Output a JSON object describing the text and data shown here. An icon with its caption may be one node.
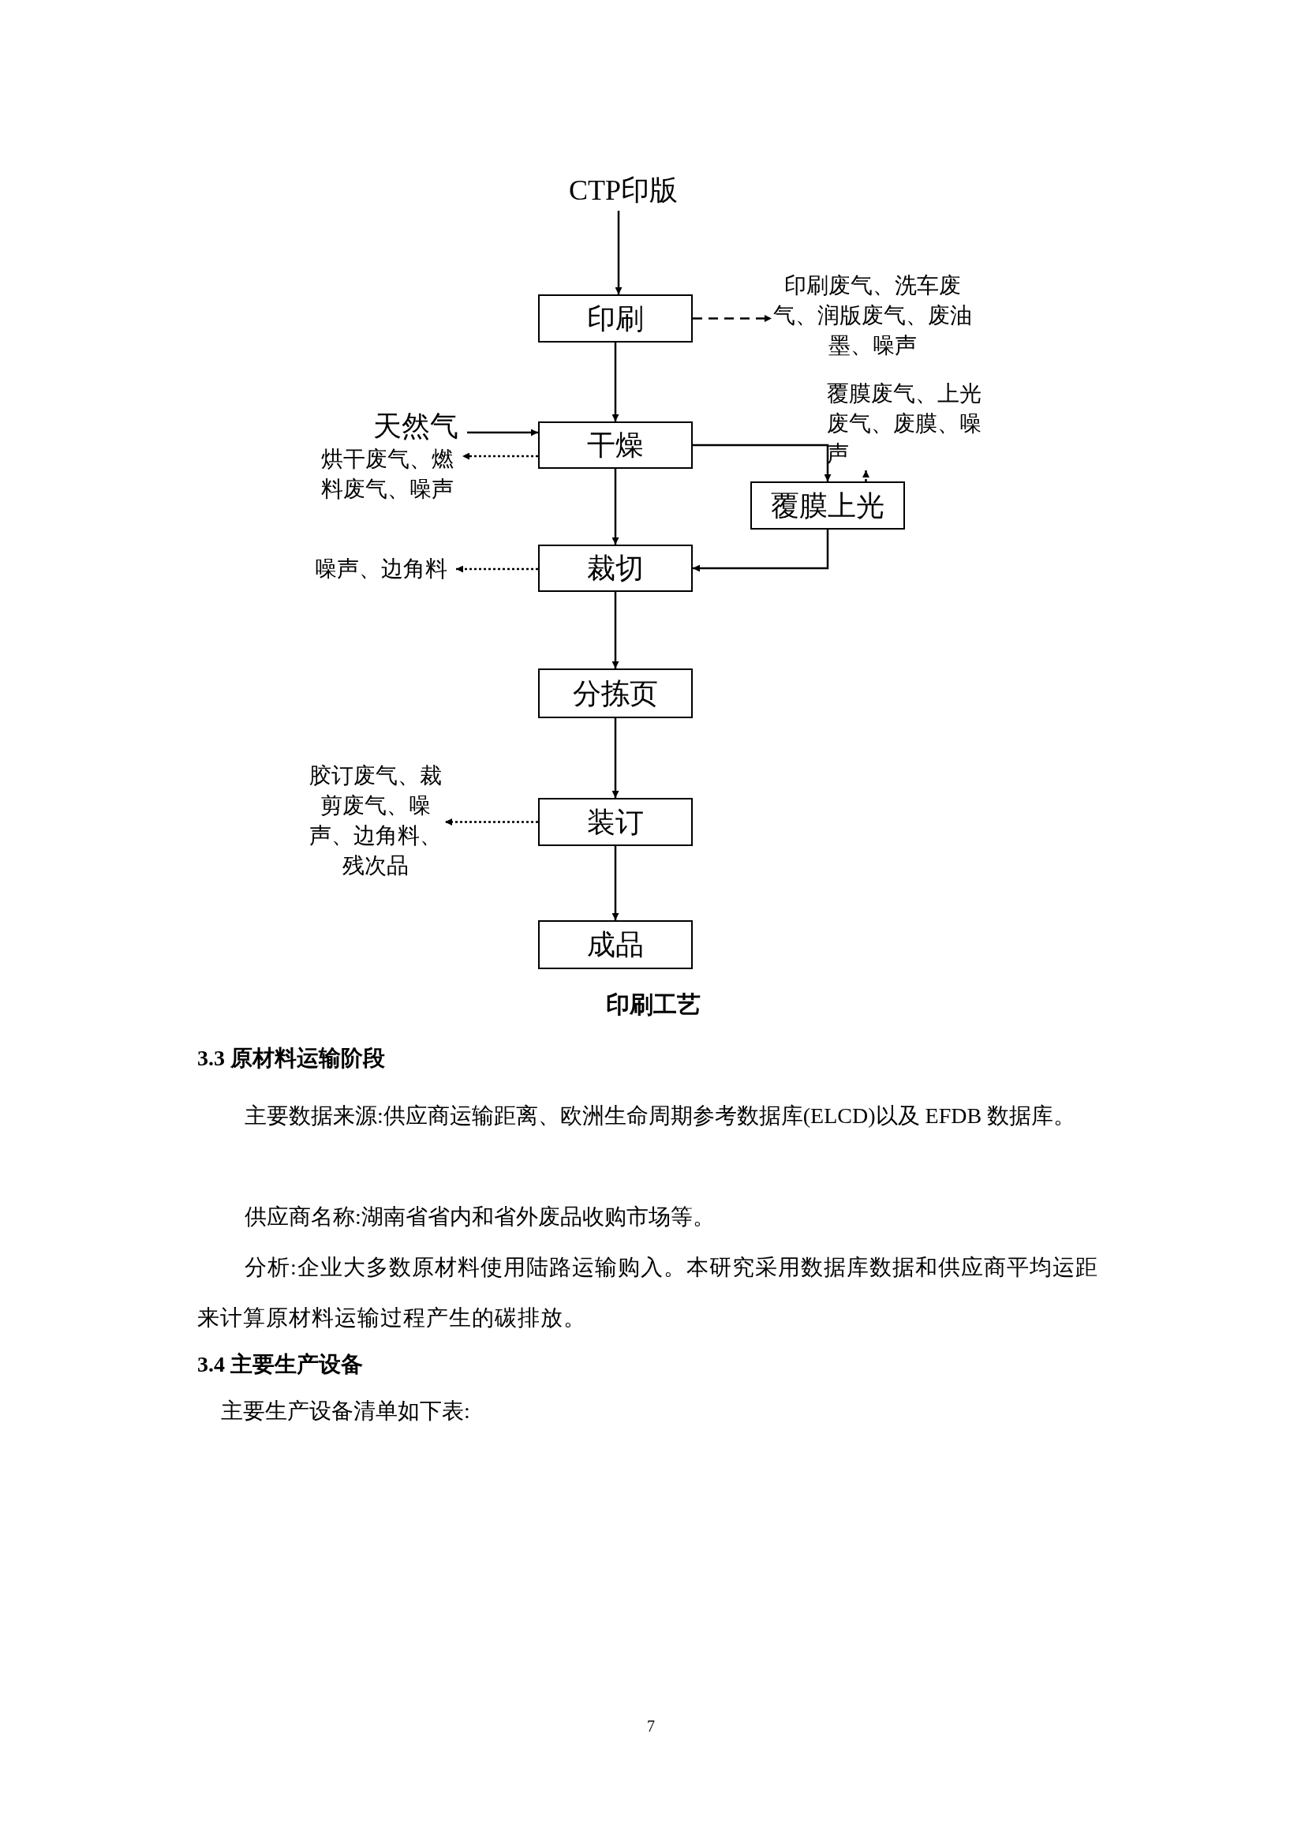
{
  "diagram": {
    "caption": "印刷工艺",
    "nodes": [
      {
        "text": [
          "CTP印版"
        ]
      },
      {
        "text": [
          "印刷"
        ]
      },
      {
        "text": [
          "印刷废气、洗车废气、润版废气、废油墨、噪声"
        ]
      },
      {
        "text": [
          "天然气"
        ]
      },
      {
        "text": [
          "干燥"
        ]
      },
      {
        "text": [
          "烘干废气、燃料废气、噪声"
        ]
      },
      {
        "text": [
          "覆膜废气、上光废气、废膜、噪声"
        ]
      },
      {
        "text": [
          "覆膜上光"
        ]
      },
      {
        "text": [
          "裁切"
        ]
      },
      {
        "text": [
          "噪声、边角料"
        ]
      },
      {
        "text": [
          "分拣页"
        ]
      },
      {
        "text": [
          "装订"
        ]
      },
      {
        "text": [
          "胶订废气、裁剪废气、噪声、边角料、残次品"
        ]
      },
      {
        "text": [
          "成品"
        ]
      }
    ],
    "edges": [
      {
        "from": 0,
        "to": 1,
        "arrow": "to"
      },
      {
        "from": 1,
        "to": 2,
        "arrow": "to",
        "style": "dashed"
      },
      {
        "from": 1,
        "to": 4,
        "arrow": "to"
      },
      {
        "from": 3,
        "to": 4,
        "arrow": "to"
      },
      {
        "from": 4,
        "to": 5,
        "arrow": "to",
        "style": "dashed"
      },
      {
        "from": 4,
        "to": 7,
        "arrow": "to"
      },
      {
        "from": 7,
        "to": 6,
        "arrow": "to",
        "style": "dashed"
      },
      {
        "from": 4,
        "to": 8,
        "arrow": "to"
      },
      {
        "from": 7,
        "to": 8,
        "arrow": "to"
      },
      {
        "from": 8,
        "to": 9,
        "arrow": "to",
        "style": "dashed"
      },
      {
        "from": 8,
        "to": 10,
        "arrow": "to"
      },
      {
        "from": 10,
        "to": 11,
        "arrow": "to"
      },
      {
        "from": 11,
        "to": 12,
        "arrow": "to",
        "style": "dashed"
      },
      {
        "from": 11,
        "to": 13,
        "arrow": "to"
      }
    ],
    "labels": [
      "3.3 原材料运输阶段",
      "主要数据来源:供应商运输距离、欧洲生命周期参考数据库(ELCD)以及 EFDB 数据库。",
      "供应商名称:湖南省省内和省外废品收购市场等。",
      "分析:企业大多数原材料使用陆路运输购入。本研究采用数据库数据和供应商平均运距来计算原材料运输过程产生的碳排放。",
      "3.4 主要生产设备",
      "主要生产设备清单如下表:",
      "7"
    ]
  }
}
